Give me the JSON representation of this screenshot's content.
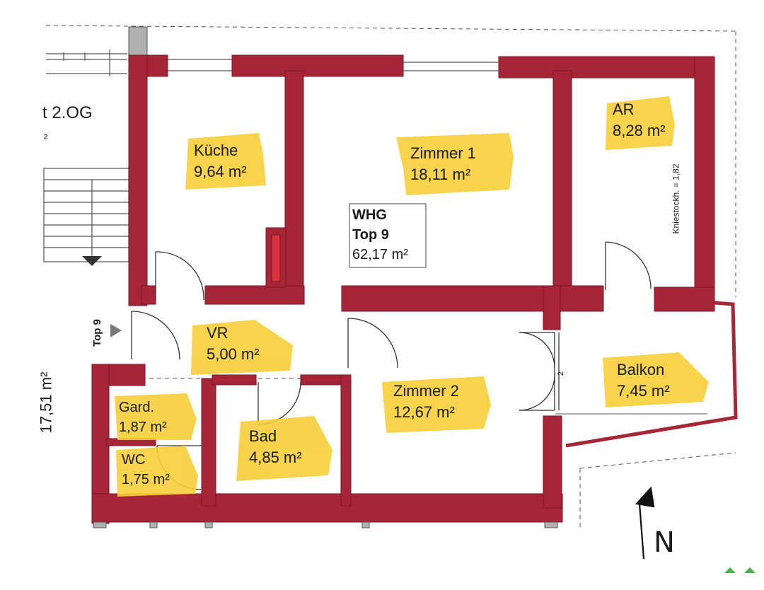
{
  "colors": {
    "wall": "#a62537",
    "wall_edge": "#7a1626",
    "highlight": "#f7cf3a",
    "ink": "#1a1a1a",
    "concrete": "#b0b0b0"
  },
  "floor_label": {
    "text": "t 2.OG",
    "sub": "²"
  },
  "apartment": {
    "line1": "WHG",
    "line2": "Top 9",
    "area": "62,17 m²"
  },
  "rooms": [
    {
      "id": "kueche",
      "name": "Küche",
      "area": "9,64 m²"
    },
    {
      "id": "zimmer1",
      "name": "Zimmer 1",
      "area": "18,11 m²"
    },
    {
      "id": "ar",
      "name": "AR",
      "area": "8,28 m²"
    },
    {
      "id": "vr",
      "name": "VR",
      "area": "5,00 m²"
    },
    {
      "id": "zimmer2",
      "name": "Zimmer 2",
      "area": "12,67 m²"
    },
    {
      "id": "balkon",
      "name": "Balkon",
      "area": "7,45 m²"
    },
    {
      "id": "gard",
      "name": "Gard.",
      "area": "1,87 m²"
    },
    {
      "id": "bad",
      "name": "Bad",
      "area": "4,85 m²"
    },
    {
      "id": "wc",
      "name": "WC",
      "area": "1,75 m²"
    }
  ],
  "side_area": "17,51 m²",
  "entry_label": "Top 9",
  "knee_wall": "Kniestockh. = 1,82",
  "door_mark": "2",
  "north": "N",
  "icons": {
    "stair_direction": "triangle-down-icon",
    "entry": "triangle-right-icon",
    "north_arrow": "north-arrow-icon"
  }
}
